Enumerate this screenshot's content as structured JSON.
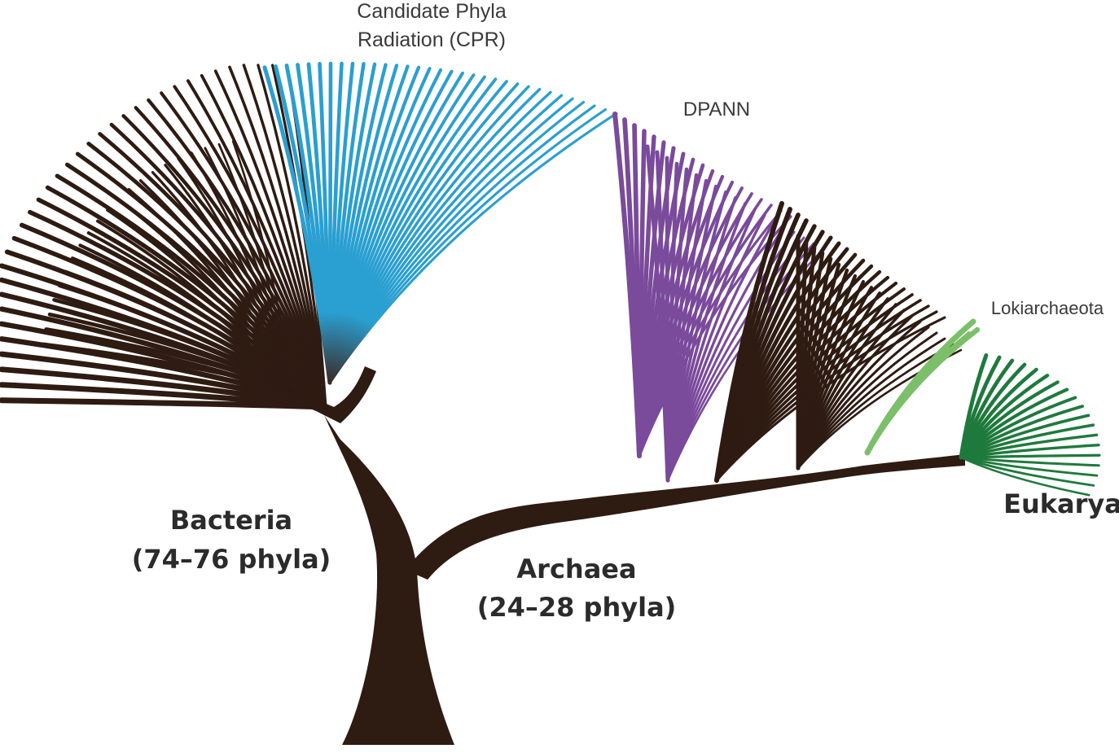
{
  "labels": {
    "cpr_line1": "Candidate Phyla",
    "cpr_line2": "Radiation (CPR)",
    "dpann": "DPANN",
    "lokiarchaeota": "Lokiarchaeota",
    "eukarya": "Eukarya",
    "bacteria_name": "Bacteria",
    "bacteria_count": "(74–76 phyla)",
    "archaea_name": "Archaea",
    "archaea_count": "(24–28 phyla)"
  },
  "colors": {
    "trunk": "#2e1b12",
    "cpr": "#2a9fd1",
    "dpann": "#7a4a9b",
    "lokiarchaeota": "#7cbf6a",
    "eukarya": "#1e7a3c",
    "text": "#2b2b2b"
  }
}
